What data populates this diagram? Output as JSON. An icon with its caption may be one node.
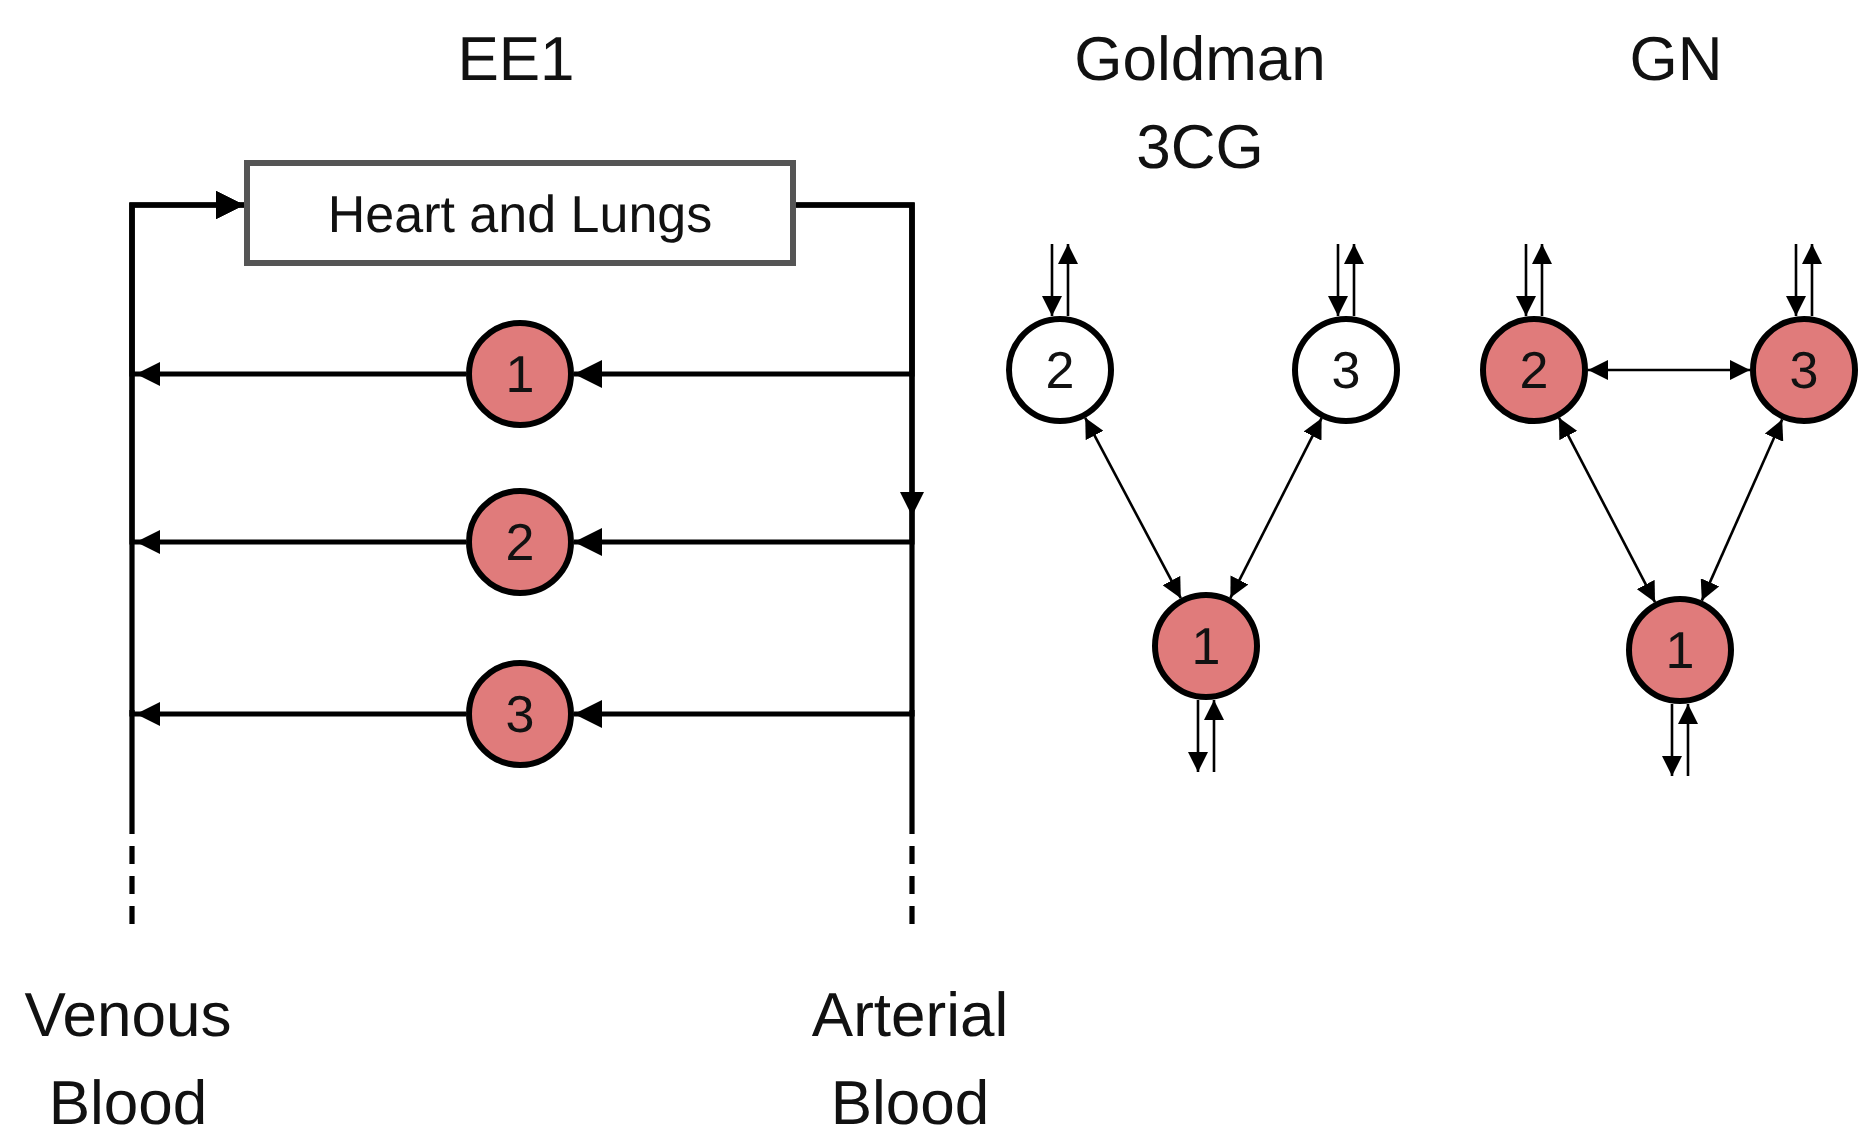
{
  "diagram": {
    "nodes": [
      {
        "text": [
          "Heart and Lungs"
        ]
      },
      {
        "text": [
          "1"
        ]
      },
      {
        "text": [
          "2"
        ]
      },
      {
        "text": [
          "3"
        ]
      },
      {
        "text": [
          "2"
        ]
      },
      {
        "text": [
          "3"
        ]
      },
      {
        "text": [
          "1"
        ]
      },
      {
        "text": [
          "2"
        ]
      },
      {
        "text": [
          "3"
        ]
      },
      {
        "text": [
          "1"
        ]
      }
    ],
    "edges": [
      {
        "from": 0,
        "to": 1,
        "arrow": "to"
      },
      {
        "from": 0,
        "to": 2,
        "arrow": "to"
      },
      {
        "from": 0,
        "to": 3,
        "arrow": "to"
      },
      {
        "from": 1,
        "to": 0,
        "arrow": "to"
      },
      {
        "from": 2,
        "to": 0,
        "arrow": "to"
      },
      {
        "from": 3,
        "to": 0,
        "arrow": "to"
      },
      {
        "from": null,
        "to": 4,
        "arrow": "to"
      },
      {
        "from": 4,
        "to": null,
        "arrow": "to"
      },
      {
        "from": null,
        "to": 5,
        "arrow": "to"
      },
      {
        "from": 5,
        "to": null,
        "arrow": "to"
      },
      {
        "from": 4,
        "to": 6,
        "arrow": "both"
      },
      {
        "from": 5,
        "to": 6,
        "arrow": "both"
      },
      {
        "from": 6,
        "to": null,
        "arrow": "to"
      },
      {
        "from": null,
        "to": 6,
        "arrow": "to"
      },
      {
        "from": null,
        "to": 7,
        "arrow": "to"
      },
      {
        "from": 7,
        "to": null,
        "arrow": "to"
      },
      {
        "from": null,
        "to": 8,
        "arrow": "to"
      },
      {
        "from": 8,
        "to": null,
        "arrow": "to"
      },
      {
        "from": 7,
        "to": 8,
        "arrow": "both"
      },
      {
        "from": 7,
        "to": 9,
        "arrow": "both"
      },
      {
        "from": 8,
        "to": 9,
        "arrow": "both"
      },
      {
        "from": 9,
        "to": null,
        "arrow": "to"
      },
      {
        "from": null,
        "to": 9,
        "arrow": "to"
      }
    ],
    "labels": [
      "EE1",
      "Goldman 3CG",
      "GN",
      "Venous Blood",
      "Arterial Blood"
    ]
  }
}
